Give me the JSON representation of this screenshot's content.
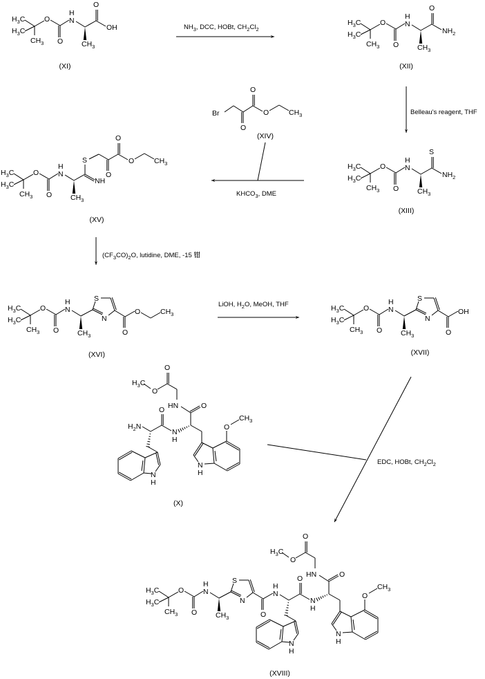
{
  "scheme": {
    "title": "Synthesis of thiazole-containing peptide (XVIII)",
    "compounds": {
      "XI": {
        "label": "(XI)",
        "name": "Boc-Ala-OH"
      },
      "XII": {
        "label": "(XII)",
        "name": "Boc-Ala-NH2"
      },
      "XIII": {
        "label": "(XIII)",
        "name": "Boc-Ala thioamide"
      },
      "XIV": {
        "label": "(XIV)",
        "name": "ethyl bromopyruvate"
      },
      "XV": {
        "label": "(XV)",
        "name": "thioimidate intermediate"
      },
      "XVI": {
        "label": "(XVI)",
        "name": "thiazole ethyl ester"
      },
      "XVII": {
        "label": "(XVII)",
        "name": "thiazole carboxylic acid"
      },
      "X": {
        "label": "(X)",
        "name": "Trp-Trp(4-OMe)-Gly-OMe"
      },
      "XVIII": {
        "label": "(XVIII)",
        "name": "coupled product"
      }
    },
    "reagents": {
      "step1": [
        "NH",
        "3",
        ", DCC, HOBt, CH",
        "2",
        "Cl",
        "2"
      ],
      "step2": [
        "Belleau's reagent, THF"
      ],
      "step3": [
        "KHCO",
        "3",
        ", DME"
      ],
      "step4": [
        "(CF",
        "3",
        "CO)",
        "2",
        "O, lutidine, DME, -15 钳"
      ],
      "step5": [
        "LiOH, H",
        "2",
        "O, MeOH, THF"
      ],
      "step6": [
        "EDC, HOBt, CH",
        "2",
        "Cl",
        "2"
      ]
    },
    "atoms": {
      "O": "O",
      "OH": "OH",
      "N": "N",
      "H": "H",
      "HN": "HN",
      "NH": "NH",
      "NH2": "NH",
      "two": "2",
      "three": "3",
      "S": "S",
      "Br": "Br",
      "C": "C",
      "H3C": "H",
      "CH3": "CH",
      "H2N": "H"
    }
  }
}
